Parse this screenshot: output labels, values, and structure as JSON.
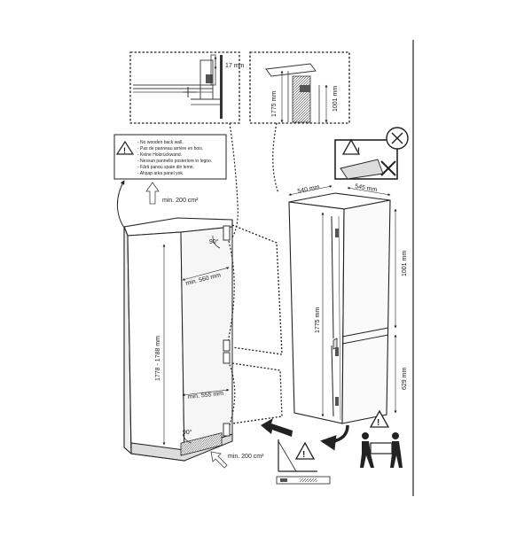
{
  "warning_note": {
    "lines": [
      "- No wooden back wall.",
      "- Pas de panneau arrière en bois.",
      "- Keine Holzrückwand.",
      "- Nessun pannello posteriore in legno.",
      "- Fără panou spate din lemn.",
      "- Ahşap arka panel yok."
    ]
  },
  "dimensions": {
    "detail_gap": "17 mm",
    "detail_height": "1775 mm",
    "detail_low": "1001 mm",
    "vent_top": "min. 200 cm²",
    "vent_bottom": "min. 200 cm²",
    "niche_height": "1778 - 1788 mm",
    "niche_width_top": "min. 560 mm",
    "niche_width_bottom": "min. 555 mm",
    "angle_top": "90°",
    "angle_bottom": "90°",
    "appliance_width": "540 mm",
    "appliance_depth": "545 mm",
    "appliance_height": "1775 mm",
    "appliance_upper": "1001 mm",
    "appliance_lower": "629 mm"
  }
}
